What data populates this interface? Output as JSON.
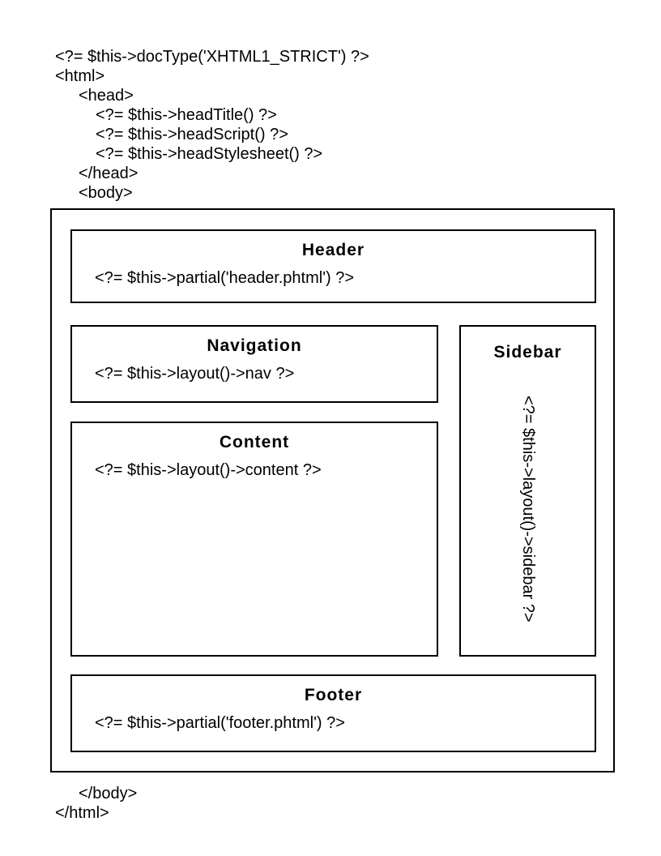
{
  "diagram": {
    "colors": {
      "background": "#ffffff",
      "line": "#000000",
      "text": "#000000"
    },
    "code_top": [
      "<?= $this->docType('XHTML1_STRICT') ?>",
      "<html>",
      "<head>",
      "<?= $this->headTitle() ?>",
      "<?= $this->headScript() ?>",
      "<?= $this->headStylesheet() ?>",
      "</head>",
      "<body>"
    ],
    "boxes": {
      "header": {
        "title": "Header",
        "code": "<?= $this->partial('header.phtml') ?>"
      },
      "navigation": {
        "title": "Navigation",
        "code": "<?= $this->layout()->nav ?>"
      },
      "content": {
        "title": "Content",
        "code": "<?= $this->layout()->content ?>"
      },
      "sidebar": {
        "title": "Sidebar",
        "code": "<?= $this->layout()->sidebar ?>"
      },
      "footer": {
        "title": "Footer",
        "code": "<?= $this->partial('footer.phtml') ?>"
      }
    },
    "code_bottom": [
      "</body>",
      "</html>"
    ]
  }
}
